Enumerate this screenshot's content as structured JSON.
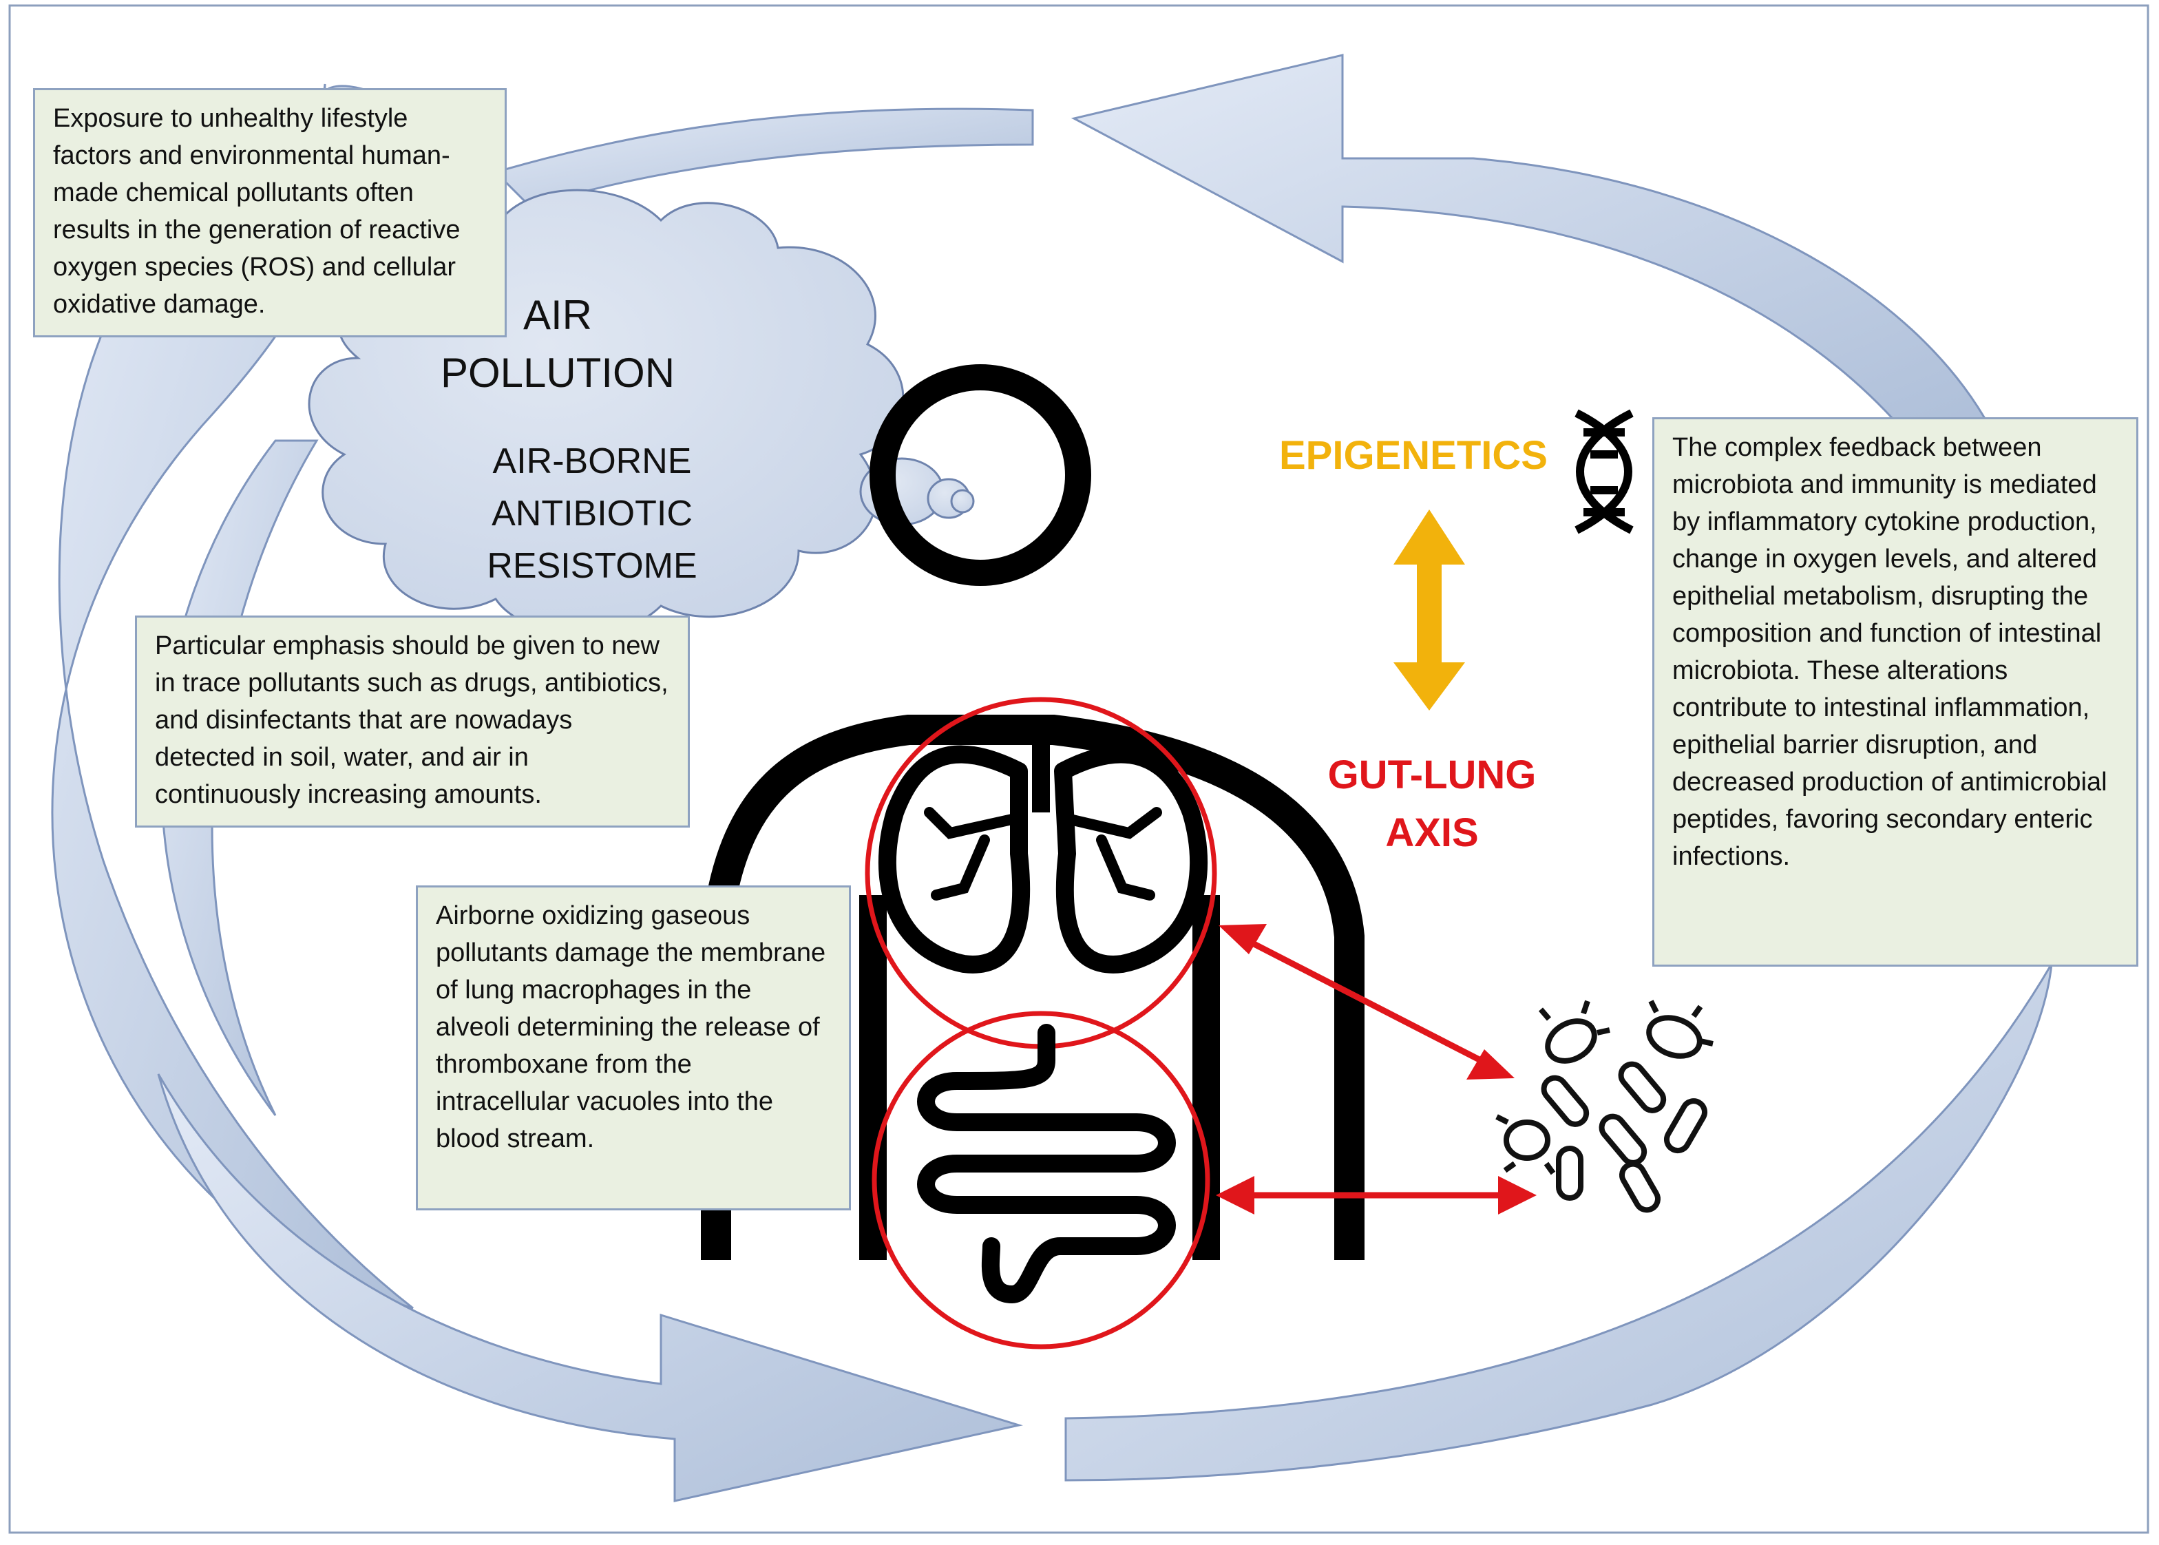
{
  "labels": {
    "air_pollution": "AIR\nPOLLUTION",
    "resistome": "AIR-BORNE\nANTIBIOTIC\nRESISTOME",
    "epigenetics": "EPIGENETICS",
    "gut_lung_axis": "GUT-LUNG\nAXIS"
  },
  "boxes": {
    "exposure": "Exposure to unhealthy lifestyle factors and environmental human-made chemical pollutants often results in  the generation of reactive oxygen species (ROS) and cellular oxidative damage.",
    "emphasis": "Particular emphasis should be given to new in trace pollutants such as drugs, antibiotics, and disinfectants that are nowadays detected in soil, water, and air in continuously increasing amounts.",
    "airborne": "Airborne oxidizing gaseous pollutants damage the membrane of lung macrophages in the alveoli determining the release of thromboxane from the intracellular vacuoles into the blood stream.",
    "feedback": "The complex feedback between microbiota and immunity is mediated by inflammatory cytokine production, change in oxygen levels, and altered epithelial metabolism, disrupting the composition and function of intestinal microbiota. These alterations contribute to intestinal inflammation, epithelial barrier disruption, and decreased production of antimicrobial peptides, favoring secondary enteric infections."
  },
  "colors": {
    "cycle_arrow": "#c9d5ea",
    "cycle_arrow_edge": "#7f95bd",
    "cloud": "#d2dcec",
    "box_fill": "#eaf0e1",
    "box_border": "#8ea2c0",
    "epigenetics": "#f2b20c",
    "gut_lung": "#e0161b",
    "figure": "#000000"
  },
  "icons": [
    "cloud-icon",
    "human-silhouette-icon",
    "lungs-icon",
    "intestine-icon",
    "dna-icon",
    "bacteria-icon",
    "double-arrow-icon"
  ]
}
